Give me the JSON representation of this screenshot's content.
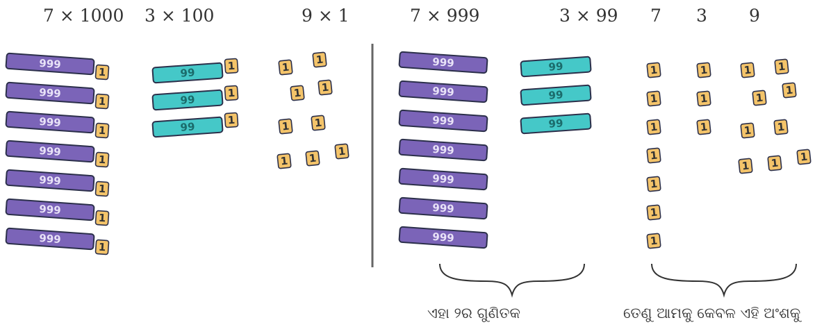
{
  "headers": {
    "h1": "7 × 1000",
    "h2": "3 × 100",
    "h3": "9 × 1",
    "h4": "7 × 999",
    "h5": "3 × 99",
    "h6": "7",
    "h7": "3",
    "h8": "9"
  },
  "labels": {
    "big_block": "999",
    "mid_block": "99",
    "unit": "1"
  },
  "captions": {
    "left": "ଏହା ୨ର ଗୁଣିତକ",
    "right": "ତେଣୁ ଆମକୁ କେବଳ ଏହି ଅଂଶକୁ"
  },
  "colors": {
    "big_block": "#7b64b8",
    "mid_block": "#45c8c8",
    "unit": "#f4c46a",
    "outline": "#2b2f4a",
    "divider": "#666666"
  }
}
